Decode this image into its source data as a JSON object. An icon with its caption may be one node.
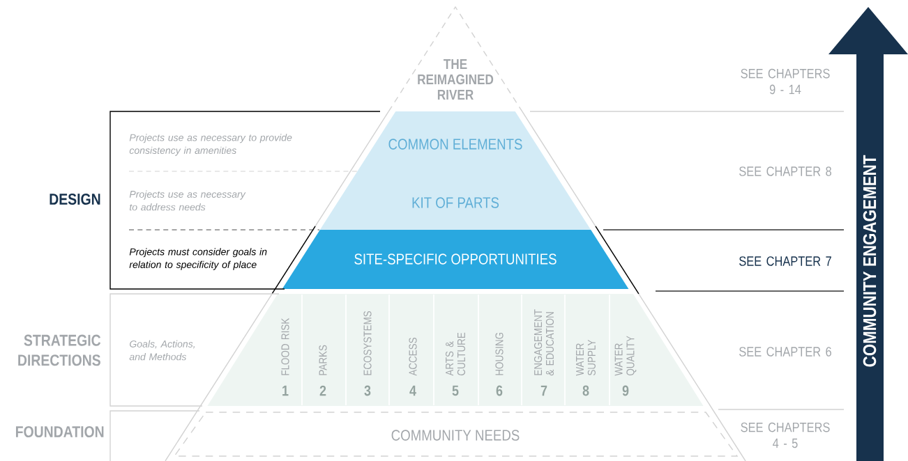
{
  "diagram": {
    "nodes": [
      {
        "text": [
          "THE REIMAGINED RIVER"
        ]
      },
      {
        "text": [
          "COMMON ELEMENTS"
        ]
      },
      {
        "text": [
          "KIT OF PARTS"
        ]
      },
      {
        "text": [
          "SITE-SPECIFIC OPPORTUNITIES"
        ]
      },
      {
        "text": [],
        "shape": "trapezoid"
      },
      {
        "text": [
          "FLOOD RISK",
          "1"
        ],
        "in": 4
      },
      {
        "text": [
          "PARKS",
          "2"
        ],
        "in": 4
      },
      {
        "text": [
          "ECOSYSTEMS",
          "3"
        ],
        "in": 4
      },
      {
        "text": [
          "ACCESS",
          "4"
        ],
        "in": 4
      },
      {
        "text": [
          "ARTS & CULTURE",
          "5"
        ],
        "in": 4
      },
      {
        "text": [
          "HOUSING",
          "6"
        ],
        "in": 4
      },
      {
        "text": [
          "ENGAGEMENT & EDUCATION",
          "7"
        ],
        "in": 4
      },
      {
        "text": [
          "WATER SUPPLY",
          "8"
        ],
        "in": 4
      },
      {
        "text": [
          "WATER QUALITY",
          "9"
        ],
        "in": 4
      },
      {
        "text": [
          "COMMUNITY NEEDS"
        ]
      },
      {
        "text": [
          "DESIGN",
          "Projects use as necessary to provide consistency in amenities",
          "Projects use as necessary to address needs",
          "Projects must consider goals in relation to specificity of place"
        ]
      },
      {
        "text": [
          "STRATEGIC DIRECTIONS",
          "Goals, Actions, and Methods"
        ]
      },
      {
        "text": [
          "FOUNDATION"
        ]
      },
      {
        "text": [
          "COMMUNITY ENGAGEMENT"
        ]
      }
    ],
    "labels": [
      "SEE CHAPTERS 9 - 14",
      "SEE CHAPTER 8",
      "SEE CHAPTER 7",
      "SEE CHAPTER 6",
      "SEE CHAPTERS 4 - 5"
    ]
  }
}
